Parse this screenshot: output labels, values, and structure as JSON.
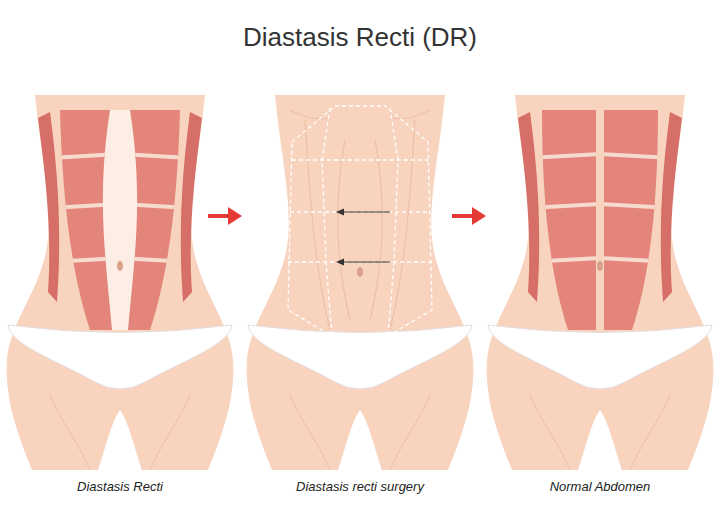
{
  "diagram": {
    "title": "Diastasis Recti (DR)",
    "labels": [
      "Diastasis Recti",
      "Diastasis recti surgery",
      "Normal Abdomen"
    ]
  }
}
